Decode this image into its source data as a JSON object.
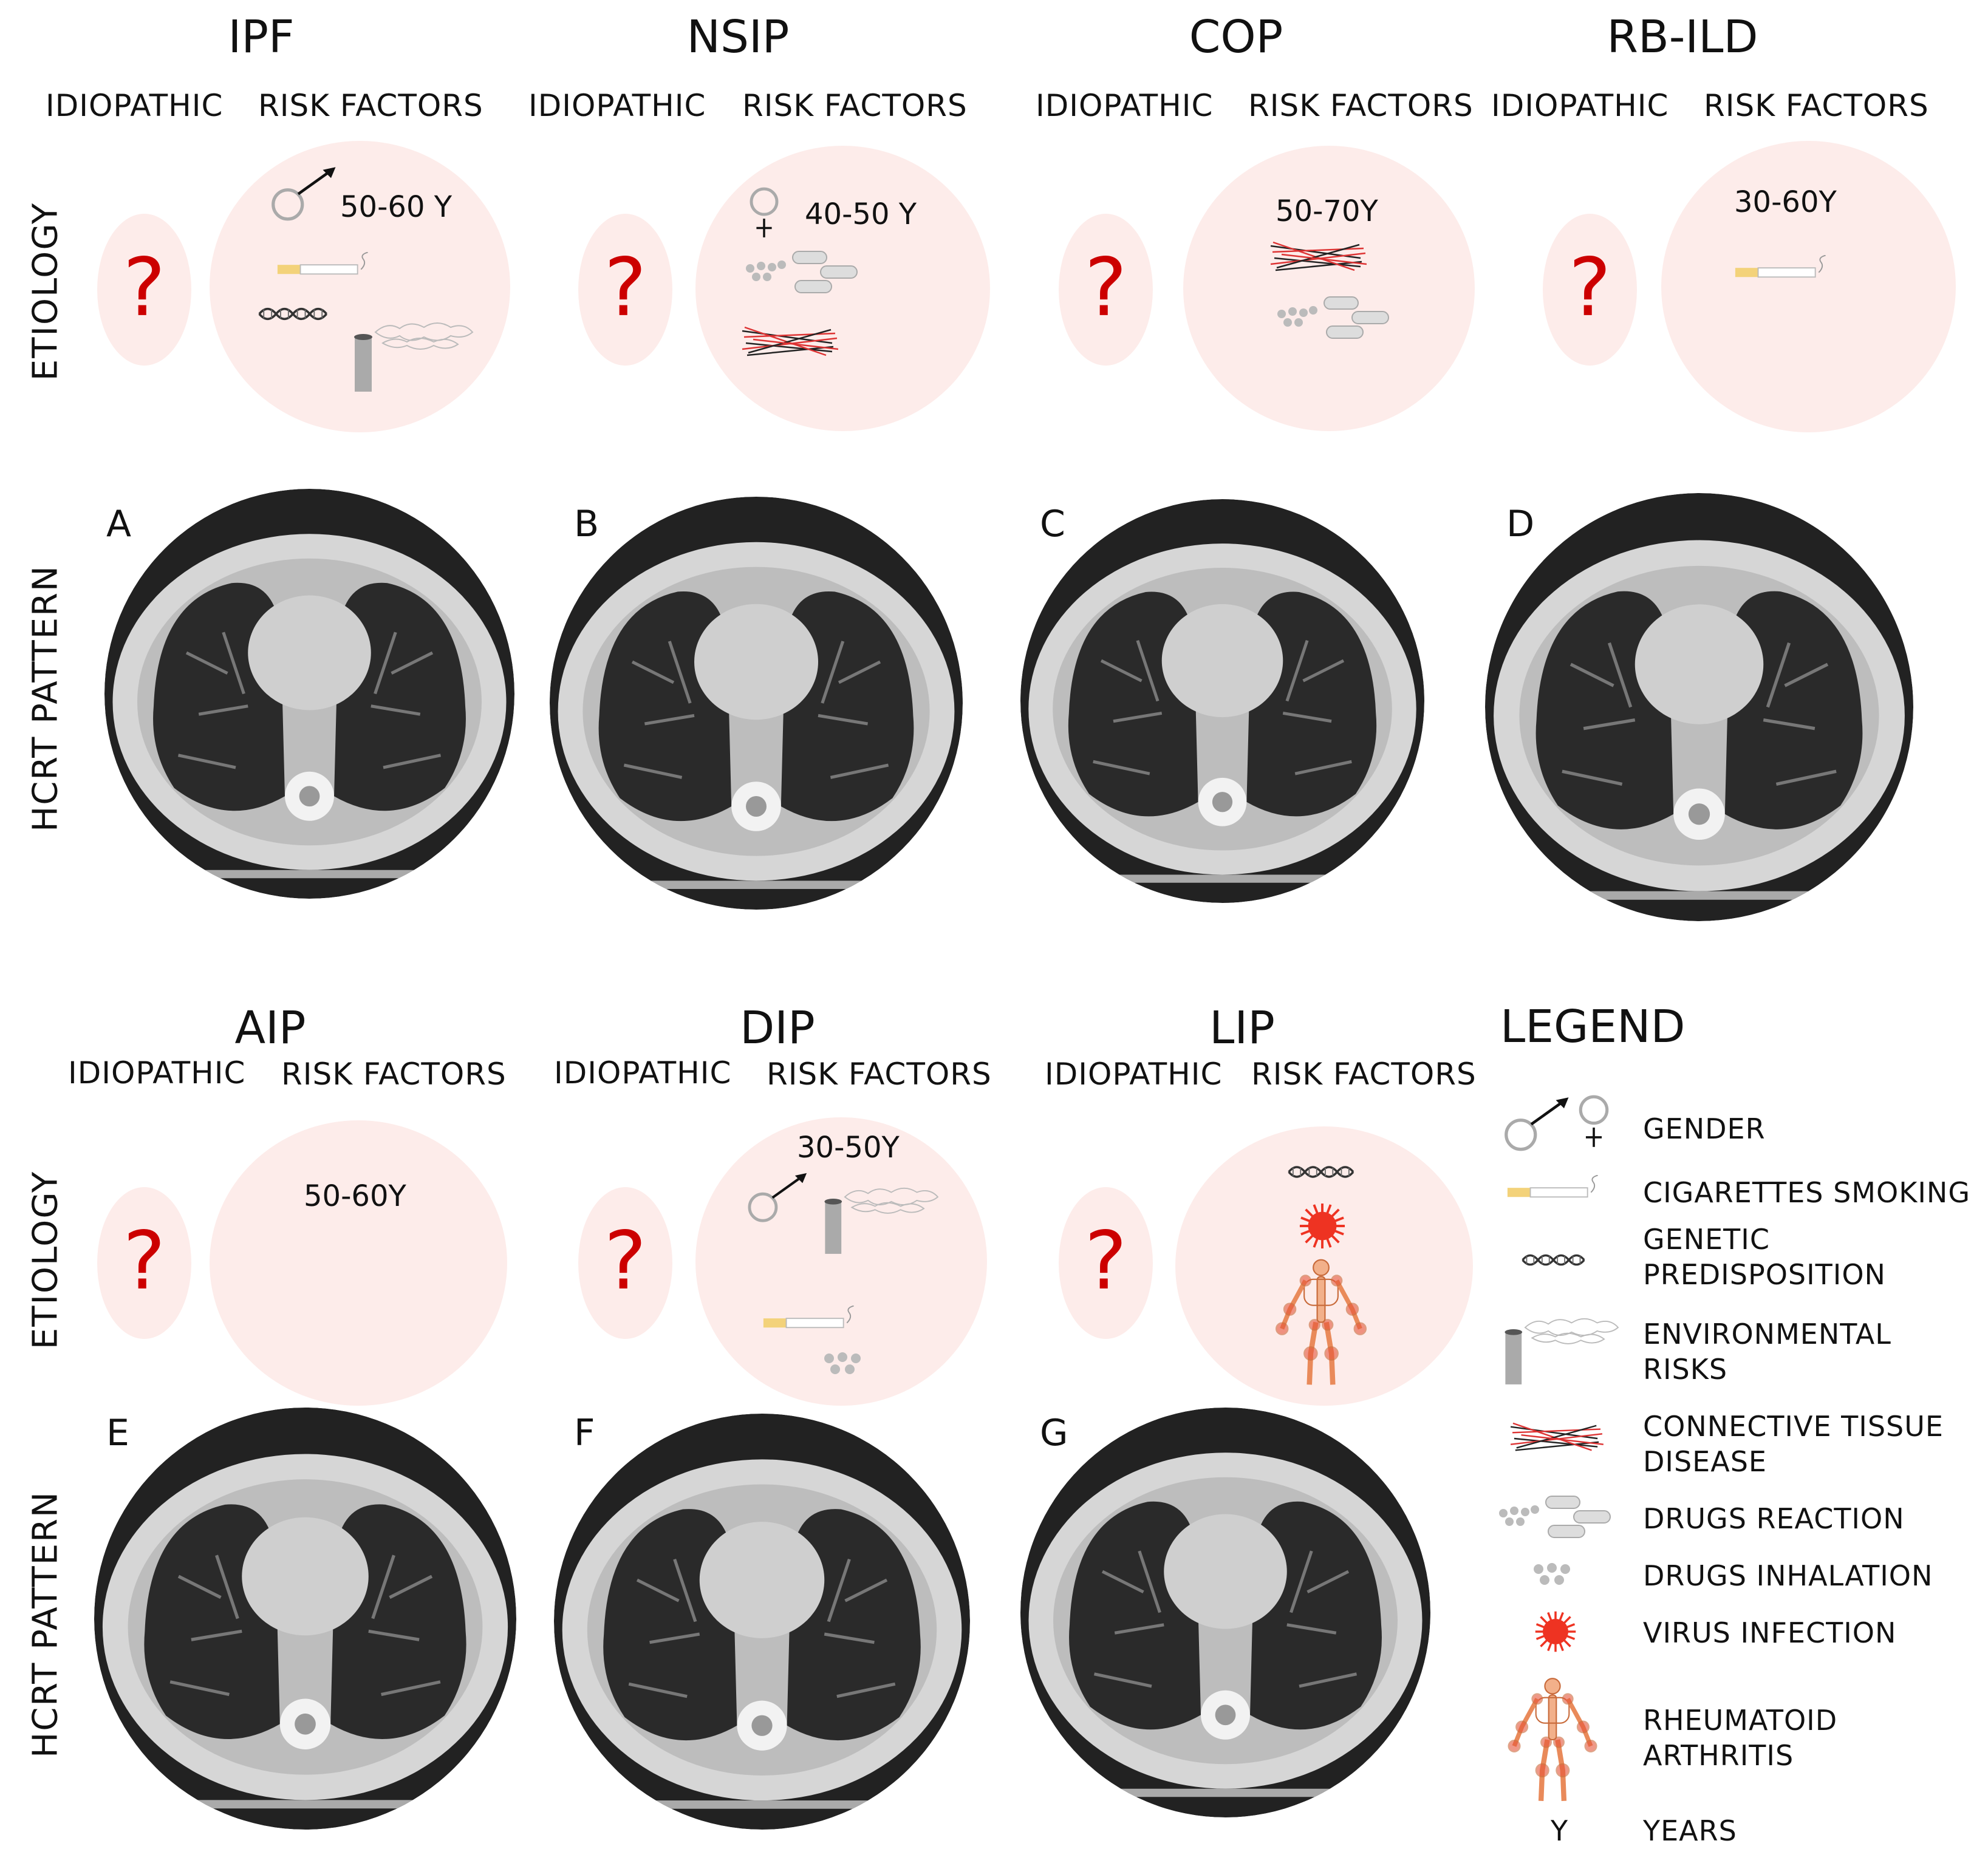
{
  "panels_top": [
    {
      "name": "IPF",
      "idiopathic": "IDIOPATHIC",
      "risk": "RISK FACTORS",
      "age": "50-60 Y",
      "letter": "A"
    },
    {
      "name": "NSIP",
      "idiopathic": "IDIOPATHIC",
      "risk": "RISK FACTORS",
      "age": "40-50 Y",
      "letter": "B"
    },
    {
      "name": "COP",
      "idiopathic": "IDIOPATHIC",
      "risk": "RISK FACTORS",
      "age": "50-70Y",
      "letter": "C"
    },
    {
      "name": "RB-ILD",
      "idiopathic": "IDIOPATHIC",
      "risk": "RISK FACTORS",
      "age": "30-60Y",
      "letter": "D"
    }
  ],
  "panels_bottom": [
    {
      "name": "AIP",
      "idiopathic": "IDIOPATHIC",
      "risk": "RISK FACTORS",
      "age": "50-60Y",
      "letter": "E"
    },
    {
      "name": "DIP",
      "idiopathic": "IDIOPATHIC",
      "risk": "RISK FACTORS",
      "age": "30-50Y",
      "letter": "F"
    },
    {
      "name": "LIP",
      "idiopathic": "IDIOPATHIC",
      "risk": "RISK FACTORS",
      "age": "",
      "letter": "G"
    }
  ],
  "side_labels": {
    "etiology": "ETIOLOGY",
    "pattern": "HCRT PATTERN"
  },
  "question_mark": "?",
  "legend": {
    "title": "LEGEND",
    "items": [
      {
        "icon": "gender-icon",
        "label": "GENDER"
      },
      {
        "icon": "cigarette-icon",
        "label": "CIGARETTES SMOKING"
      },
      {
        "icon": "dna-icon",
        "label_1": "GENETIC",
        "label_2": "PREDISPOSITION"
      },
      {
        "icon": "factory-icon",
        "label_1": "ENVIRONMENTAL",
        "label_2": "RISKS"
      },
      {
        "icon": "tissue-icon",
        "label_1": "CONNECTIVE TISSUE",
        "label_2": "DISEASE"
      },
      {
        "icon": "pills-icon",
        "label": "DRUGS REACTION"
      },
      {
        "icon": "inhalation-icon",
        "label": "DRUGS INHALATION"
      },
      {
        "icon": "virus-icon",
        "label": "VIRUS INFECTION"
      },
      {
        "icon": "skeleton-icon",
        "label_1": "RHEUMATOID",
        "label_2": "ARTHRITIS"
      },
      {
        "icon": "years-symbol",
        "symbol": "Y",
        "label": "YEARS"
      }
    ]
  },
  "colors": {
    "circle_fill": "#fdecea",
    "question": "#cc0000",
    "virus": "#ee3322",
    "bone": "#e98a5a"
  }
}
